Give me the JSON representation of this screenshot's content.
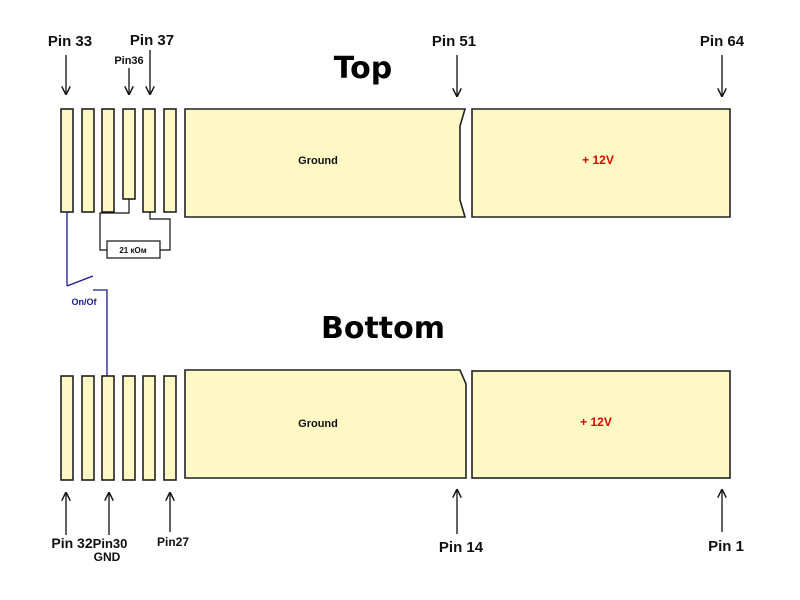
{
  "headings": {
    "top": "Top",
    "bottom": "Bottom"
  },
  "top_labels": {
    "pin33": "Pin 33",
    "pin37": "Pin 37",
    "pin36": "Pin36",
    "pin51": "Pin 51",
    "pin64": "Pin 64"
  },
  "bottom_labels": {
    "pin32": "Pin 32",
    "pin30": "Pin30",
    "gnd": "GND",
    "pin27": "Pin27",
    "pin14": "Pin 14",
    "pin1": "Pin 1"
  },
  "pads": {
    "ground": "Ground",
    "plus12v": "+ 12V"
  },
  "components": {
    "resistor": "21 кОм",
    "switch": "On/Of"
  },
  "colors": {
    "pad_fill": "#fdf8c4",
    "voltage_text": "#e00000",
    "switch_wire": "#1a1a8c"
  }
}
